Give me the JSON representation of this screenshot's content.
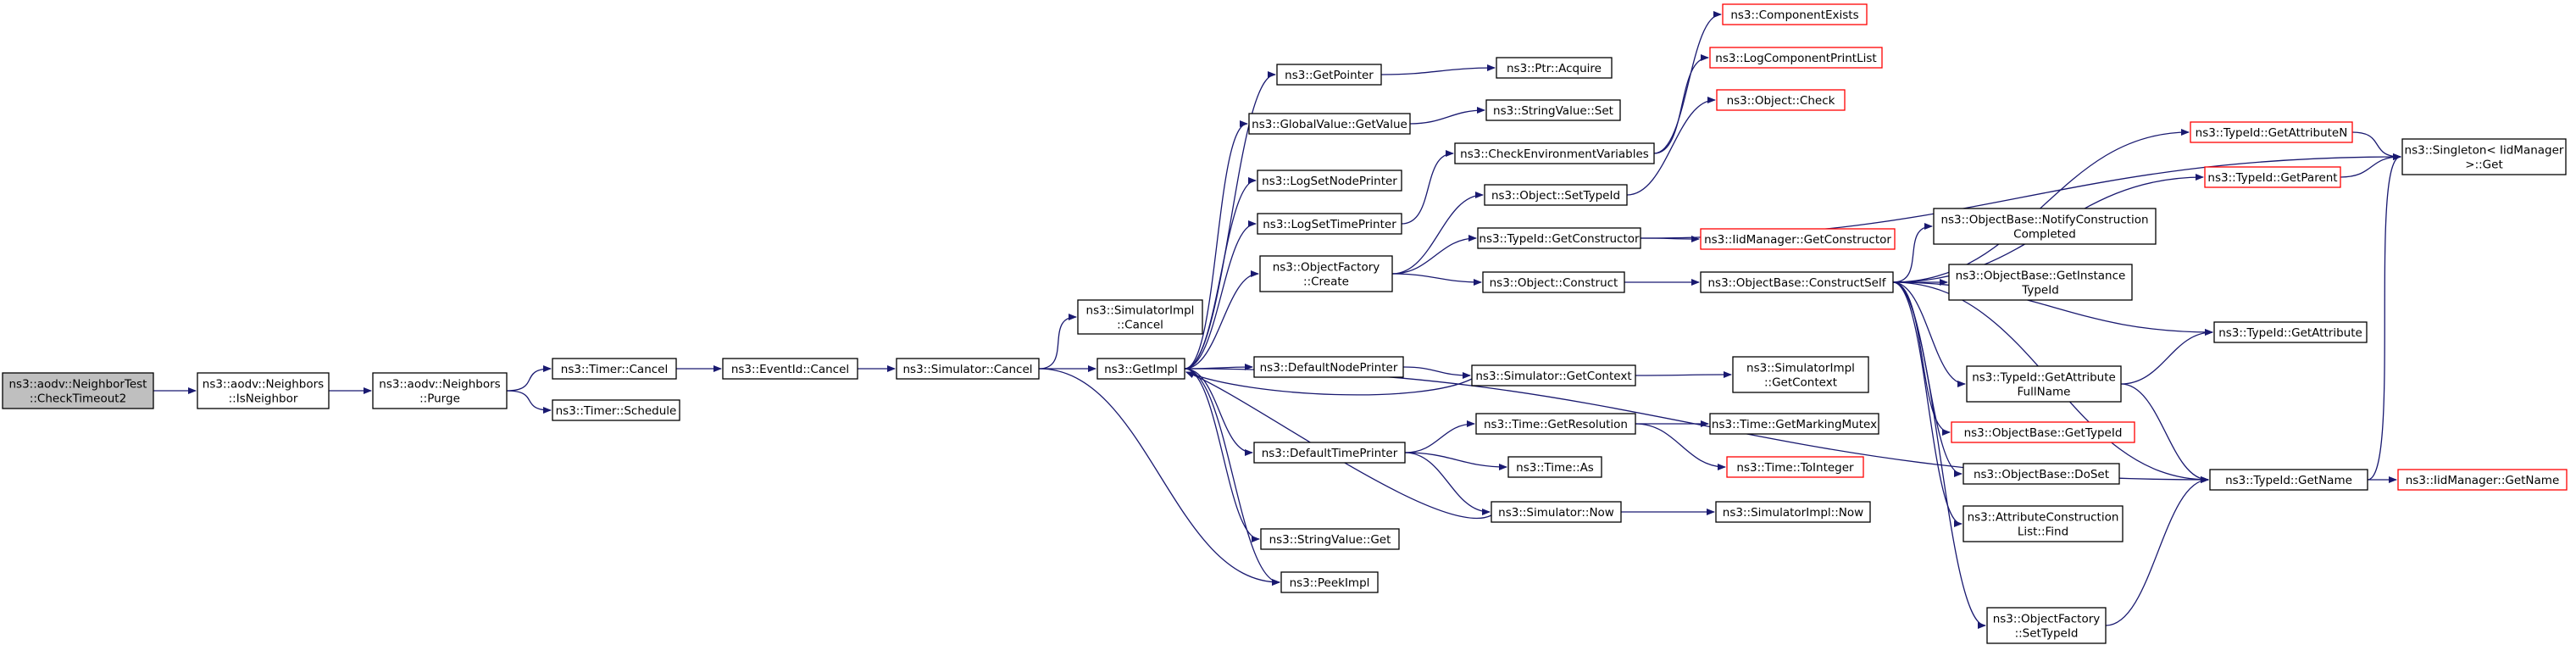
{
  "colors": {
    "root_fill": "#bfbfbf",
    "node_fill": "#ffffff",
    "node_border": "#000000",
    "truncated_border": "#ff0000",
    "edge": "#191970"
  },
  "nodes": [
    {
      "id": "check_timeout2",
      "lines": [
        "ns3::aodv::NeighborTest",
        "::CheckTimeout2"
      ],
      "kind": "root"
    },
    {
      "id": "is_neighbor",
      "lines": [
        "ns3::aodv::Neighbors",
        "::IsNeighbor"
      ],
      "kind": "normal"
    },
    {
      "id": "purge",
      "lines": [
        "ns3::aodv::Neighbors",
        "::Purge"
      ],
      "kind": "normal"
    },
    {
      "id": "timer_cancel",
      "lines": [
        "ns3::Timer::Cancel"
      ],
      "kind": "normal"
    },
    {
      "id": "timer_schedule",
      "lines": [
        "ns3::Timer::Schedule"
      ],
      "kind": "normal"
    },
    {
      "id": "eventid_cancel",
      "lines": [
        "ns3::EventId::Cancel"
      ],
      "kind": "normal"
    },
    {
      "id": "simulator_cancel",
      "lines": [
        "ns3::Simulator::Cancel"
      ],
      "kind": "normal"
    },
    {
      "id": "simimpl_cancel",
      "lines": [
        "ns3::SimulatorImpl",
        "::Cancel"
      ],
      "kind": "normal"
    },
    {
      "id": "getimpl",
      "lines": [
        "ns3::GetImpl"
      ],
      "kind": "normal"
    },
    {
      "id": "getpointer",
      "lines": [
        "ns3::GetPointer"
      ],
      "kind": "normal"
    },
    {
      "id": "globalvalue_getvalue",
      "lines": [
        "ns3::GlobalValue::GetValue"
      ],
      "kind": "normal"
    },
    {
      "id": "logsetnodeprinter",
      "lines": [
        "ns3::LogSetNodePrinter"
      ],
      "kind": "normal"
    },
    {
      "id": "logsettimeprinter",
      "lines": [
        "ns3::LogSetTimePrinter"
      ],
      "kind": "normal"
    },
    {
      "id": "objectfactory_create",
      "lines": [
        "ns3::ObjectFactory",
        "::Create"
      ],
      "kind": "normal"
    },
    {
      "id": "defaultnodeprinter",
      "lines": [
        "ns3::DefaultNodePrinter"
      ],
      "kind": "normal"
    },
    {
      "id": "defaulttimeprinter",
      "lines": [
        "ns3::DefaultTimePrinter"
      ],
      "kind": "normal"
    },
    {
      "id": "stringvalue_get",
      "lines": [
        "ns3::StringValue::Get"
      ],
      "kind": "normal"
    },
    {
      "id": "peekimpl",
      "lines": [
        "ns3::PeekImpl"
      ],
      "kind": "normal"
    },
    {
      "id": "ptr_acquire",
      "lines": [
        "ns3::Ptr::Acquire"
      ],
      "kind": "normal"
    },
    {
      "id": "stringvalue_set",
      "lines": [
        "ns3::StringValue::Set"
      ],
      "kind": "normal"
    },
    {
      "id": "check_env_vars",
      "lines": [
        "ns3::CheckEnvironmentVariables"
      ],
      "kind": "normal"
    },
    {
      "id": "object_settypeid",
      "lines": [
        "ns3::Object::SetTypeId"
      ],
      "kind": "normal"
    },
    {
      "id": "typeid_getconstructor",
      "lines": [
        "ns3::TypeId::GetConstructor"
      ],
      "kind": "normal"
    },
    {
      "id": "object_construct",
      "lines": [
        "ns3::Object::Construct"
      ],
      "kind": "normal"
    },
    {
      "id": "simulator_getcontext",
      "lines": [
        "ns3::Simulator::GetContext"
      ],
      "kind": "normal"
    },
    {
      "id": "time_getresolution",
      "lines": [
        "ns3::Time::GetResolution"
      ],
      "kind": "normal"
    },
    {
      "id": "time_as",
      "lines": [
        "ns3::Time::As"
      ],
      "kind": "normal"
    },
    {
      "id": "simulator_now",
      "lines": [
        "ns3::Simulator::Now"
      ],
      "kind": "normal"
    },
    {
      "id": "component_exists",
      "lines": [
        "ns3::ComponentExists"
      ],
      "kind": "truncated"
    },
    {
      "id": "log_component_print_list",
      "lines": [
        "ns3::LogComponentPrintList"
      ],
      "kind": "truncated"
    },
    {
      "id": "object_check",
      "lines": [
        "ns3::Object::Check"
      ],
      "kind": "truncated"
    },
    {
      "id": "iidmanager_getconstructor",
      "lines": [
        "ns3::IidManager::GetConstructor"
      ],
      "kind": "truncated"
    },
    {
      "id": "objectbase_constructself",
      "lines": [
        "ns3::ObjectBase::ConstructSelf"
      ],
      "kind": "normal"
    },
    {
      "id": "simimpl_getcontext",
      "lines": [
        "ns3::SimulatorImpl",
        "::GetContext"
      ],
      "kind": "normal"
    },
    {
      "id": "time_getmarkingmutex",
      "lines": [
        "ns3::Time::GetMarkingMutex"
      ],
      "kind": "normal"
    },
    {
      "id": "time_tointeger",
      "lines": [
        "ns3::Time::ToInteger"
      ],
      "kind": "truncated"
    },
    {
      "id": "simimpl_now",
      "lines": [
        "ns3::SimulatorImpl::Now"
      ],
      "kind": "normal"
    },
    {
      "id": "typeid_getattributen",
      "lines": [
        "ns3::TypeId::GetAttributeN"
      ],
      "kind": "truncated"
    },
    {
      "id": "typeid_getparent",
      "lines": [
        "ns3::TypeId::GetParent"
      ],
      "kind": "truncated"
    },
    {
      "id": "objectbase_notifyconstructioncompleted",
      "lines": [
        "ns3::ObjectBase::NotifyConstruction",
        "Completed"
      ],
      "kind": "normal"
    },
    {
      "id": "objectbase_getinstancetypeid",
      "lines": [
        "ns3::ObjectBase::GetInstance",
        "TypeId"
      ],
      "kind": "normal"
    },
    {
      "id": "typeid_getattributefullname",
      "lines": [
        "ns3::TypeId::GetAttribute",
        "FullName"
      ],
      "kind": "normal"
    },
    {
      "id": "objectbase_gettypeid",
      "lines": [
        "ns3::ObjectBase::GetTypeId"
      ],
      "kind": "truncated"
    },
    {
      "id": "objectbase_doset",
      "lines": [
        "ns3::ObjectBase::DoSet"
      ],
      "kind": "normal"
    },
    {
      "id": "attrconstructionlist_find",
      "lines": [
        "ns3::AttributeConstruction",
        "List::Find"
      ],
      "kind": "normal"
    },
    {
      "id": "objectfactory_settypeid",
      "lines": [
        "ns3::ObjectFactory",
        "::SetTypeId"
      ],
      "kind": "normal"
    },
    {
      "id": "singleton_get",
      "lines": [
        "ns3::Singleton< IidManager",
        " >::Get"
      ],
      "kind": "normal"
    },
    {
      "id": "typeid_getattribute",
      "lines": [
        "ns3::TypeId::GetAttribute"
      ],
      "kind": "normal"
    },
    {
      "id": "typeid_getname",
      "lines": [
        "ns3::TypeId::GetName"
      ],
      "kind": "normal"
    },
    {
      "id": "iidmanager_getname",
      "lines": [
        "ns3::IidManager::GetName"
      ],
      "kind": "truncated"
    }
  ],
  "edges": [
    [
      "check_timeout2",
      "is_neighbor"
    ],
    [
      "is_neighbor",
      "purge"
    ],
    [
      "purge",
      "timer_cancel"
    ],
    [
      "purge",
      "timer_schedule"
    ],
    [
      "timer_cancel",
      "eventid_cancel"
    ],
    [
      "eventid_cancel",
      "simulator_cancel"
    ],
    [
      "simulator_cancel",
      "simimpl_cancel"
    ],
    [
      "simulator_cancel",
      "getimpl"
    ],
    [
      "simulator_cancel",
      "peekimpl"
    ],
    [
      "getimpl",
      "getpointer"
    ],
    [
      "getimpl",
      "globalvalue_getvalue"
    ],
    [
      "getimpl",
      "logsetnodeprinter"
    ],
    [
      "getimpl",
      "logsettimeprinter"
    ],
    [
      "getimpl",
      "objectfactory_create"
    ],
    [
      "getimpl",
      "defaultnodeprinter"
    ],
    [
      "getimpl",
      "defaulttimeprinter"
    ],
    [
      "getimpl",
      "stringvalue_get"
    ],
    [
      "getimpl",
      "peekimpl"
    ],
    [
      "getimpl",
      "typeid_getname"
    ],
    [
      "getpointer",
      "ptr_acquire"
    ],
    [
      "globalvalue_getvalue",
      "stringvalue_set"
    ],
    [
      "logsettimeprinter",
      "check_env_vars"
    ],
    [
      "objectfactory_create",
      "object_settypeid"
    ],
    [
      "objectfactory_create",
      "typeid_getconstructor"
    ],
    [
      "objectfactory_create",
      "object_construct"
    ],
    [
      "defaultnodeprinter",
      "simulator_getcontext"
    ],
    [
      "simulator_getcontext",
      "getimpl"
    ],
    [
      "defaulttimeprinter",
      "time_getresolution"
    ],
    [
      "defaulttimeprinter",
      "time_as"
    ],
    [
      "defaulttimeprinter",
      "simulator_now"
    ],
    [
      "simulator_now",
      "getimpl"
    ],
    [
      "check_env_vars",
      "component_exists"
    ],
    [
      "check_env_vars",
      "log_component_print_list"
    ],
    [
      "object_settypeid",
      "object_check"
    ],
    [
      "typeid_getconstructor",
      "iidmanager_getconstructor"
    ],
    [
      "typeid_getconstructor",
      "singleton_get"
    ],
    [
      "object_construct",
      "objectbase_constructself"
    ],
    [
      "simulator_getcontext",
      "simimpl_getcontext"
    ],
    [
      "time_getresolution",
      "time_getmarkingmutex"
    ],
    [
      "time_getresolution",
      "time_tointeger"
    ],
    [
      "simulator_now",
      "simimpl_now"
    ],
    [
      "objectbase_constructself",
      "typeid_getattributen"
    ],
    [
      "objectbase_constructself",
      "typeid_getparent"
    ],
    [
      "objectbase_constructself",
      "objectbase_notifyconstructioncompleted"
    ],
    [
      "objectbase_constructself",
      "objectbase_getinstancetypeid"
    ],
    [
      "objectbase_constructself",
      "typeid_getattribute"
    ],
    [
      "objectbase_constructself",
      "typeid_getattributefullname"
    ],
    [
      "objectbase_constructself",
      "objectbase_gettypeid"
    ],
    [
      "objectbase_constructself",
      "objectbase_doset"
    ],
    [
      "objectbase_constructself",
      "attrconstructionlist_find"
    ],
    [
      "objectbase_constructself",
      "objectfactory_settypeid"
    ],
    [
      "objectbase_constructself",
      "typeid_getname"
    ],
    [
      "objectfactory_settypeid",
      "typeid_getname"
    ],
    [
      "typeid_getattributen",
      "singleton_get"
    ],
    [
      "typeid_getparent",
      "singleton_get"
    ],
    [
      "typeid_getattributefullname",
      "typeid_getattribute"
    ],
    [
      "typeid_getattributefullname",
      "typeid_getname"
    ],
    [
      "typeid_getname",
      "singleton_get"
    ],
    [
      "typeid_getname",
      "iidmanager_getname"
    ]
  ]
}
